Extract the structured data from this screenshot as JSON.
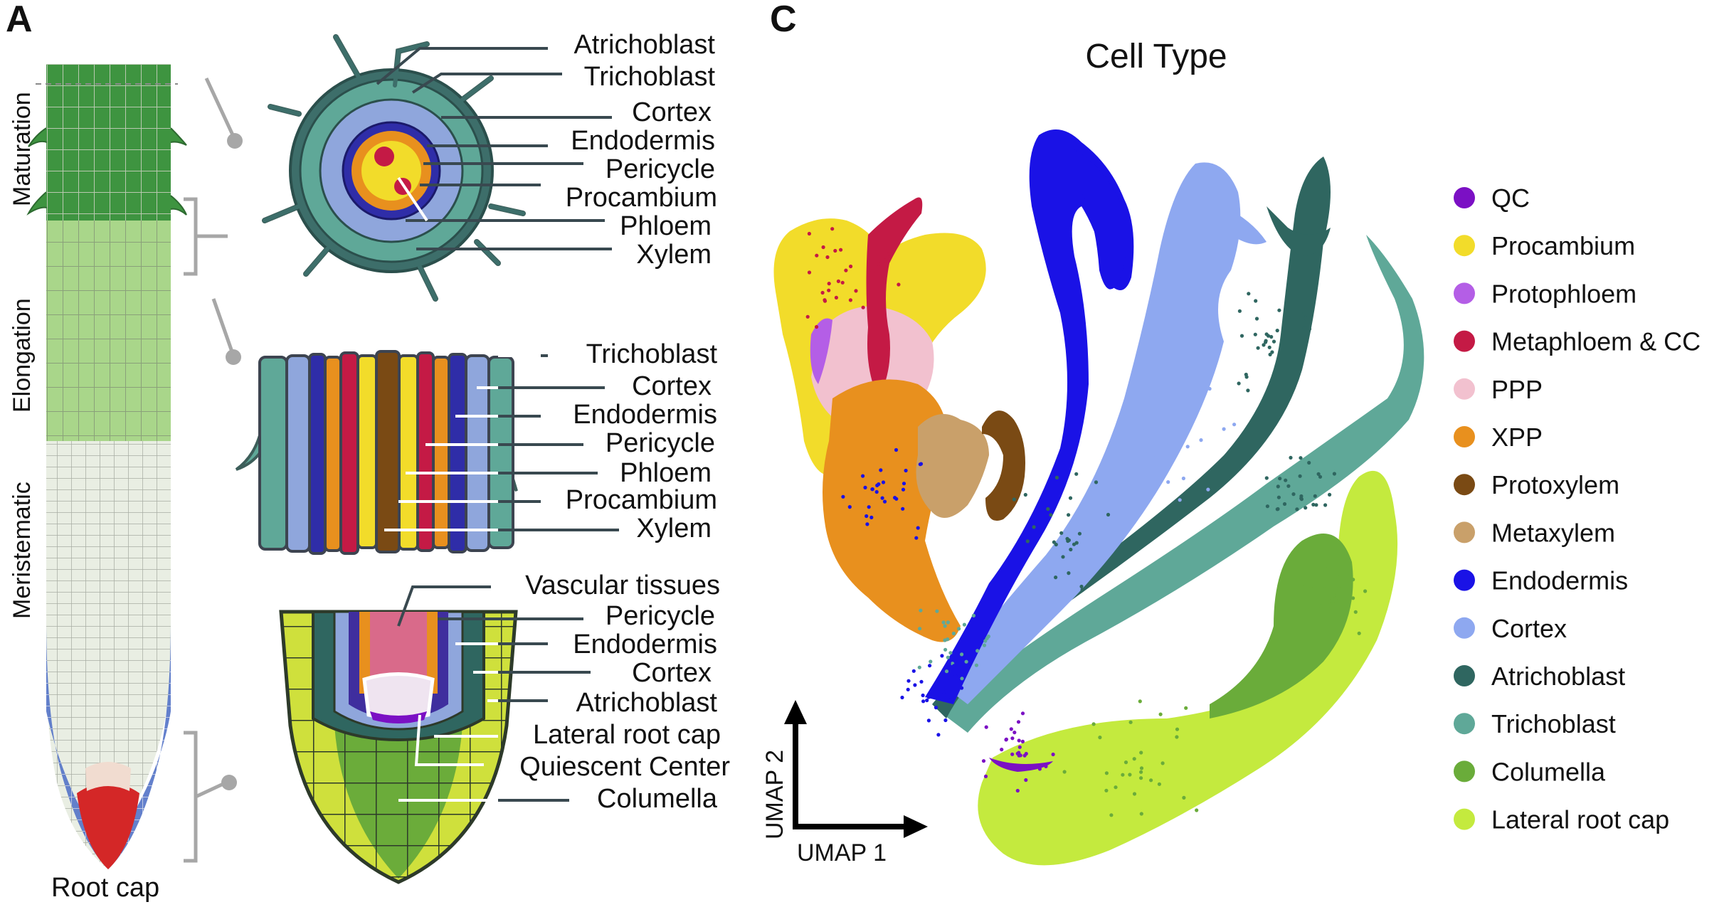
{
  "panel_a": {
    "letter": "A",
    "zones": [
      "Maturation",
      "Elongation",
      "Meristematic"
    ],
    "root_cap_label": "Root cap",
    "maturation_labels": [
      "Atrichoblast",
      "Trichoblast",
      "Cortex",
      "Endodermis",
      "Pericycle",
      "Procambium",
      "Phloem",
      "Xylem"
    ],
    "elongation_labels": [
      "Trichoblast",
      "Cortex",
      "Endodermis",
      "Pericycle",
      "Phloem",
      "Procambium",
      "Xylem"
    ],
    "tip_labels": [
      "Vascular tissues",
      "Pericycle",
      "Endodermis",
      "Cortex",
      "Atrichoblast",
      "Lateral root cap",
      "Quiescent Center",
      "Columella"
    ]
  },
  "panel_c": {
    "letter": "C",
    "title": "Cell Type",
    "x_axis": "UMAP 1",
    "y_axis": "UMAP 2",
    "legend": [
      {
        "name": "QC",
        "color": "#7b10c4"
      },
      {
        "name": "Procambium",
        "color": "#f2dc2a"
      },
      {
        "name": "Protophloem",
        "color": "#b45ee6"
      },
      {
        "name": "Metaphloem & CC",
        "color": "#c41a45"
      },
      {
        "name": "PPP",
        "color": "#f2c1cf"
      },
      {
        "name": "XPP",
        "color": "#e8901e"
      },
      {
        "name": "Protoxylem",
        "color": "#7a4a14"
      },
      {
        "name": "Metaxylem",
        "color": "#c9a06a"
      },
      {
        "name": "Endodermis",
        "color": "#1a12e6"
      },
      {
        "name": "Cortex",
        "color": "#8ea8f0"
      },
      {
        "name": "Atrichoblast",
        "color": "#2f6660"
      },
      {
        "name": "Trichoblast",
        "color": "#5fa898"
      },
      {
        "name": "Columella",
        "color": "#6aac3a"
      },
      {
        "name": "Lateral root cap",
        "color": "#c4ea3e"
      }
    ]
  }
}
